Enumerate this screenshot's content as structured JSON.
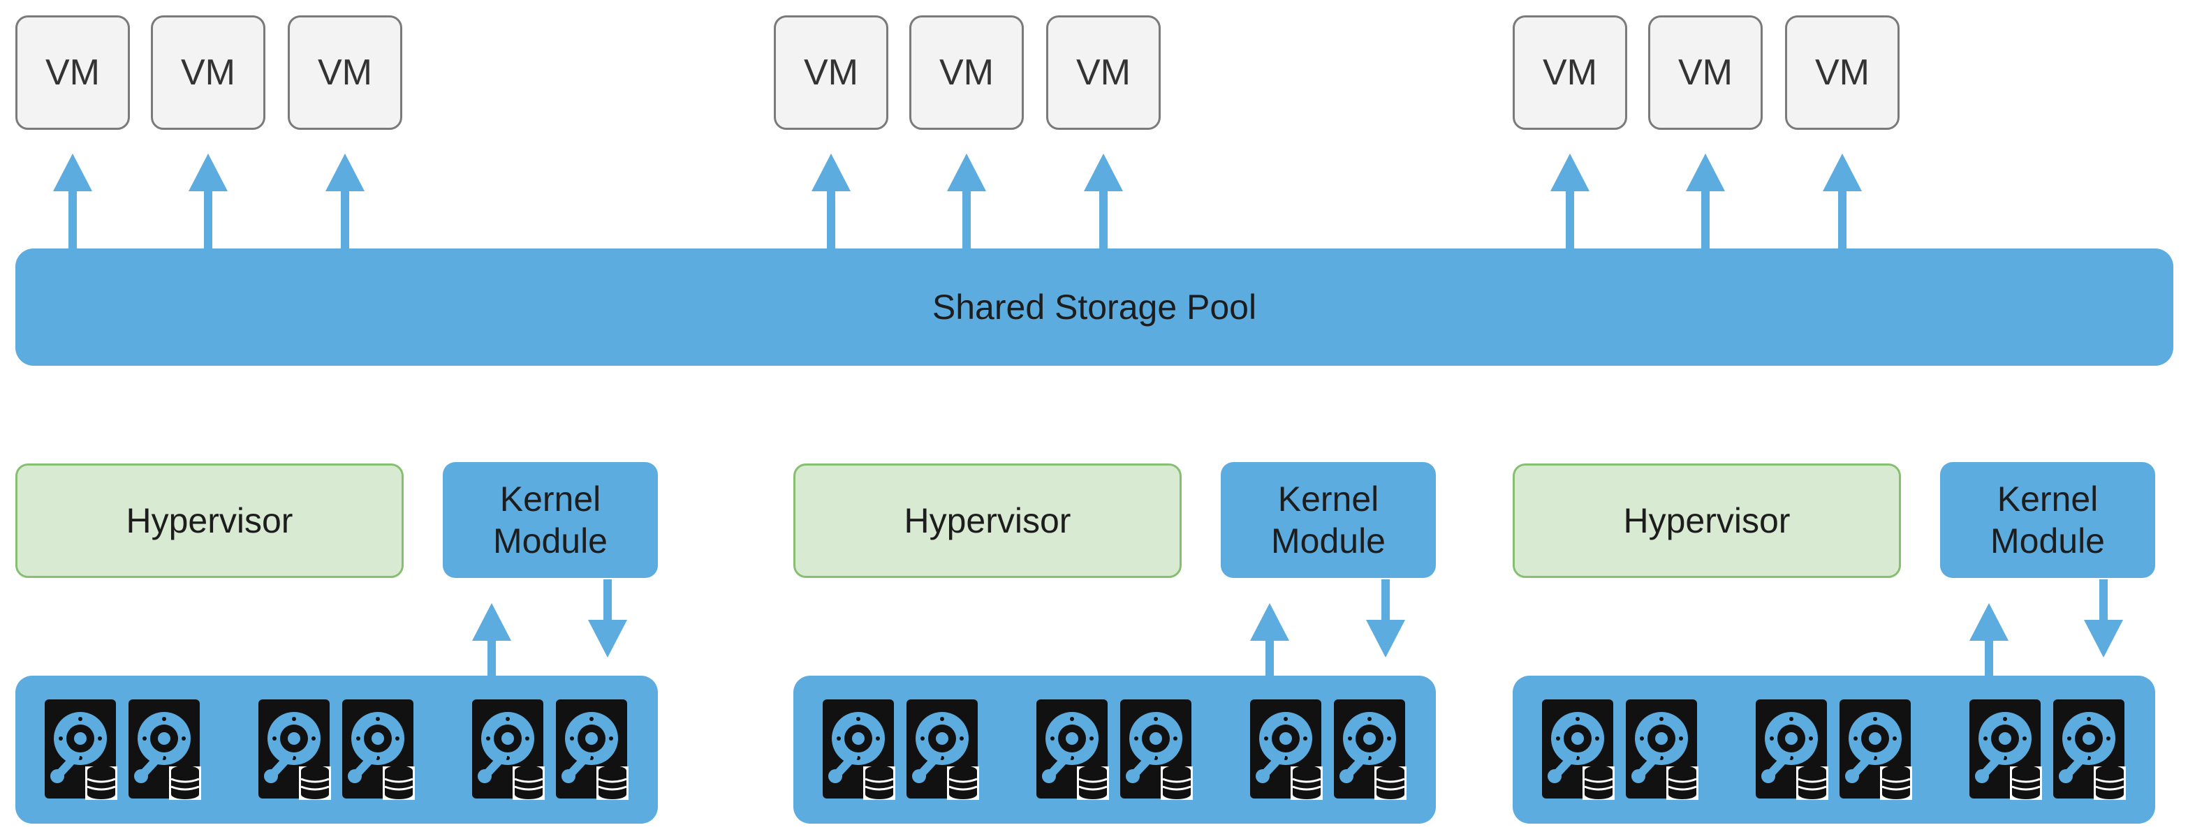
{
  "vm_label": "VM",
  "pool": {
    "label": "Shared Storage Pool"
  },
  "nodes": [
    {
      "hypervisor": "Hypervisor",
      "kernel_line1": "Kernel",
      "kernel_line2": "Module"
    },
    {
      "hypervisor": "Hypervisor",
      "kernel_line1": "Kernel",
      "kernel_line2": "Module"
    },
    {
      "hypervisor": "Hypervisor",
      "kernel_line1": "Kernel",
      "kernel_line2": "Module"
    }
  ],
  "colors": {
    "accent_blue": "#5dace0",
    "arrow_blue": "#5dace0",
    "vm_fill": "#f3f3f3",
    "vm_border": "#7a7a7a",
    "hypervisor_fill": "#d9ead3",
    "hypervisor_border": "#86bf6f",
    "disk_fill": "#111111"
  },
  "icons": {
    "disk": "hard-drive-icon",
    "arrow_up": "arrow-up-icon",
    "arrow_down": "arrow-down-icon"
  }
}
